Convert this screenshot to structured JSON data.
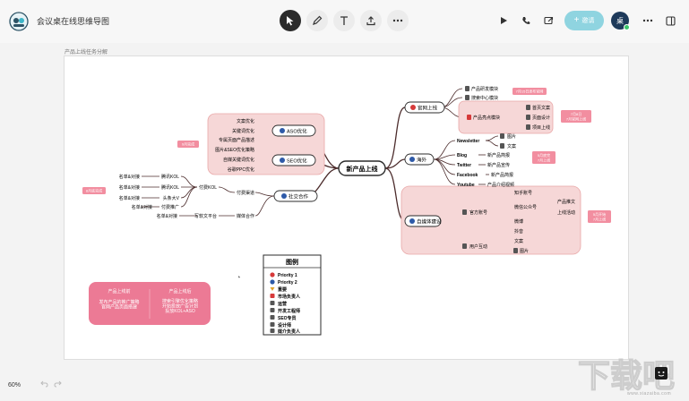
{
  "header": {
    "doc_title": "会议桌在线思维导图",
    "invite_label": "邀请",
    "avatar_label": "桌"
  },
  "canvas": {
    "frame_label": "产品上线任务分解"
  },
  "mindmap": {
    "center": "新产品上线",
    "branch_aso": "ASO优化",
    "branch_seo": "SEO优化",
    "branch_social": "社交合作",
    "branch_site": "官网上线",
    "branch_overseas": "海外",
    "branch_media": "自媒体建设",
    "aso_items": [
      "文案优化",
      "关键词优化",
      "专属页面产品描述",
      "图片&SEO优化策略"
    ],
    "seo_items": [
      "自媒关键词优化",
      "谷歌PPC优化"
    ],
    "site_items": [
      "产品研发模块",
      "搜索中心模块",
      "产品亮点模块"
    ],
    "site_sub": [
      "首页文案",
      "页面设计",
      "项目上线"
    ],
    "overseas_items": [
      "Newsletter",
      "Blog",
      "Twitter",
      "Facebook",
      "Youtube"
    ],
    "newsletter_sub": [
      "图片",
      "文案"
    ],
    "overseas_notes": [
      "新产品简报",
      "新产品宣传",
      "新产品简报",
      "产品介绍视频"
    ],
    "media_groups": [
      "官方账号",
      "用户互动"
    ],
    "official_items": [
      "知乎账号",
      "微信公众号",
      "微博",
      "抖音"
    ],
    "wechat_sub": [
      "产品推文",
      "上线活动"
    ],
    "user_items": [
      "文案",
      "图片"
    ],
    "social_items": [
      "付费渠道",
      "媒体合作"
    ],
    "paid_sub": [
      "付费KOL",
      "付费推广"
    ],
    "kol_sub": [
      "腾讯KOL",
      "腾讯KOL",
      "头条大V"
    ],
    "kol_leaf": [
      "名单&对接",
      "名单&对接",
      "名单&对接"
    ],
    "promo_sub": [
      "付费推广"
    ],
    "promo_leaf": [
      "名单&对接"
    ],
    "media_sub": [
      "写软文平台"
    ],
    "media_leaf": [
      "名单&对接"
    ],
    "notes": {
      "site": "7月15日发布官网",
      "site_sub": "7月8日\n7月官网上线",
      "aso": "9月完成",
      "social": "8月底完成",
      "overseas": "5月底完\n7月上线",
      "media": "5月开始\n7月上线"
    },
    "callout": {
      "left_title": "产品上线前",
      "left_body": "发布产品的推广策略\n官网产品页面搭建",
      "right_title": "产品上线后",
      "right_body": "搜索引擎优化策略\n开始投放广告计划\n投放KOL+ASO"
    },
    "legend_title": "图例",
    "legend_items": [
      "Priority 1",
      "Priority 2",
      "重要",
      "市场负责人",
      "运营",
      "开发工程师",
      "SEO专员",
      "设计师",
      "媒介负责人"
    ]
  },
  "footer": {
    "zoom": "60%",
    "watermark": "下载吧",
    "watermark_url": "www.xiazaiba.com"
  },
  "colors": {
    "pink": "#f6d7d7",
    "pink_border": "#e9a8a8",
    "note": "#f28ea0",
    "callout": "#ec7a95",
    "line": "#4b2b2b",
    "accent": "#3bb5c8"
  }
}
